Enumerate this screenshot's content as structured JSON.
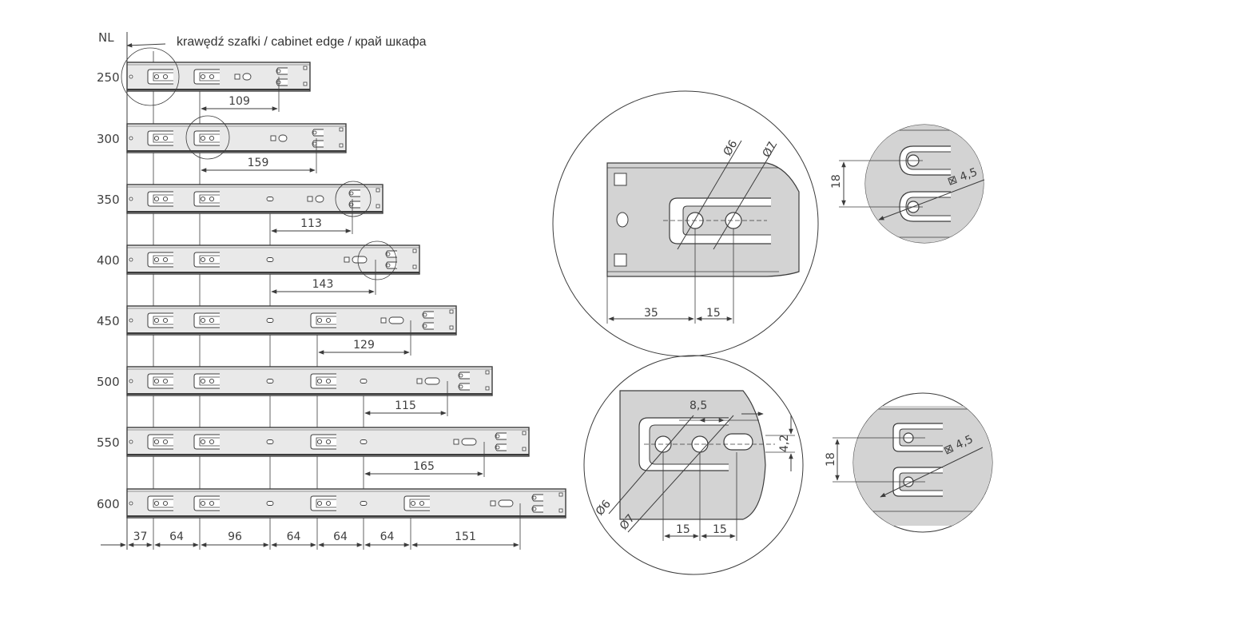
{
  "header": {
    "nl_label": "NL",
    "edge_caption": "krawędź szafki / cabinet edge / край шкафа"
  },
  "slides": [
    {
      "nl": "250",
      "dim": "109"
    },
    {
      "nl": "300",
      "dim": "159"
    },
    {
      "nl": "350",
      "dim": "113"
    },
    {
      "nl": "400",
      "dim": "143"
    },
    {
      "nl": "450",
      "dim": "129"
    },
    {
      "nl": "500",
      "dim": "115"
    },
    {
      "nl": "550",
      "dim": "165"
    },
    {
      "nl": "600",
      "dim": null
    }
  ],
  "bottom_dims": [
    "37",
    "64",
    "96",
    "64",
    "64",
    "64",
    "151"
  ],
  "details": {
    "top_left": {
      "dia_a": "Ø6",
      "dia_b": "Ø7",
      "dim_a": "35",
      "dim_b": "15"
    },
    "top_right": {
      "height": "18",
      "slot": "⊠ 4,5"
    },
    "bottom_left": {
      "top": "8,5",
      "side": "4,2",
      "dia_a": "Ø6",
      "dia_b": "Ø7",
      "dim_a": "15",
      "dim_b": "15"
    },
    "bottom_right": {
      "height": "18",
      "slot": "⊠ 4,5"
    }
  },
  "colors": {
    "line": "#3c3c3c",
    "rail_fill": "#e9e9e9",
    "detail_fill": "#d3d3d3"
  }
}
